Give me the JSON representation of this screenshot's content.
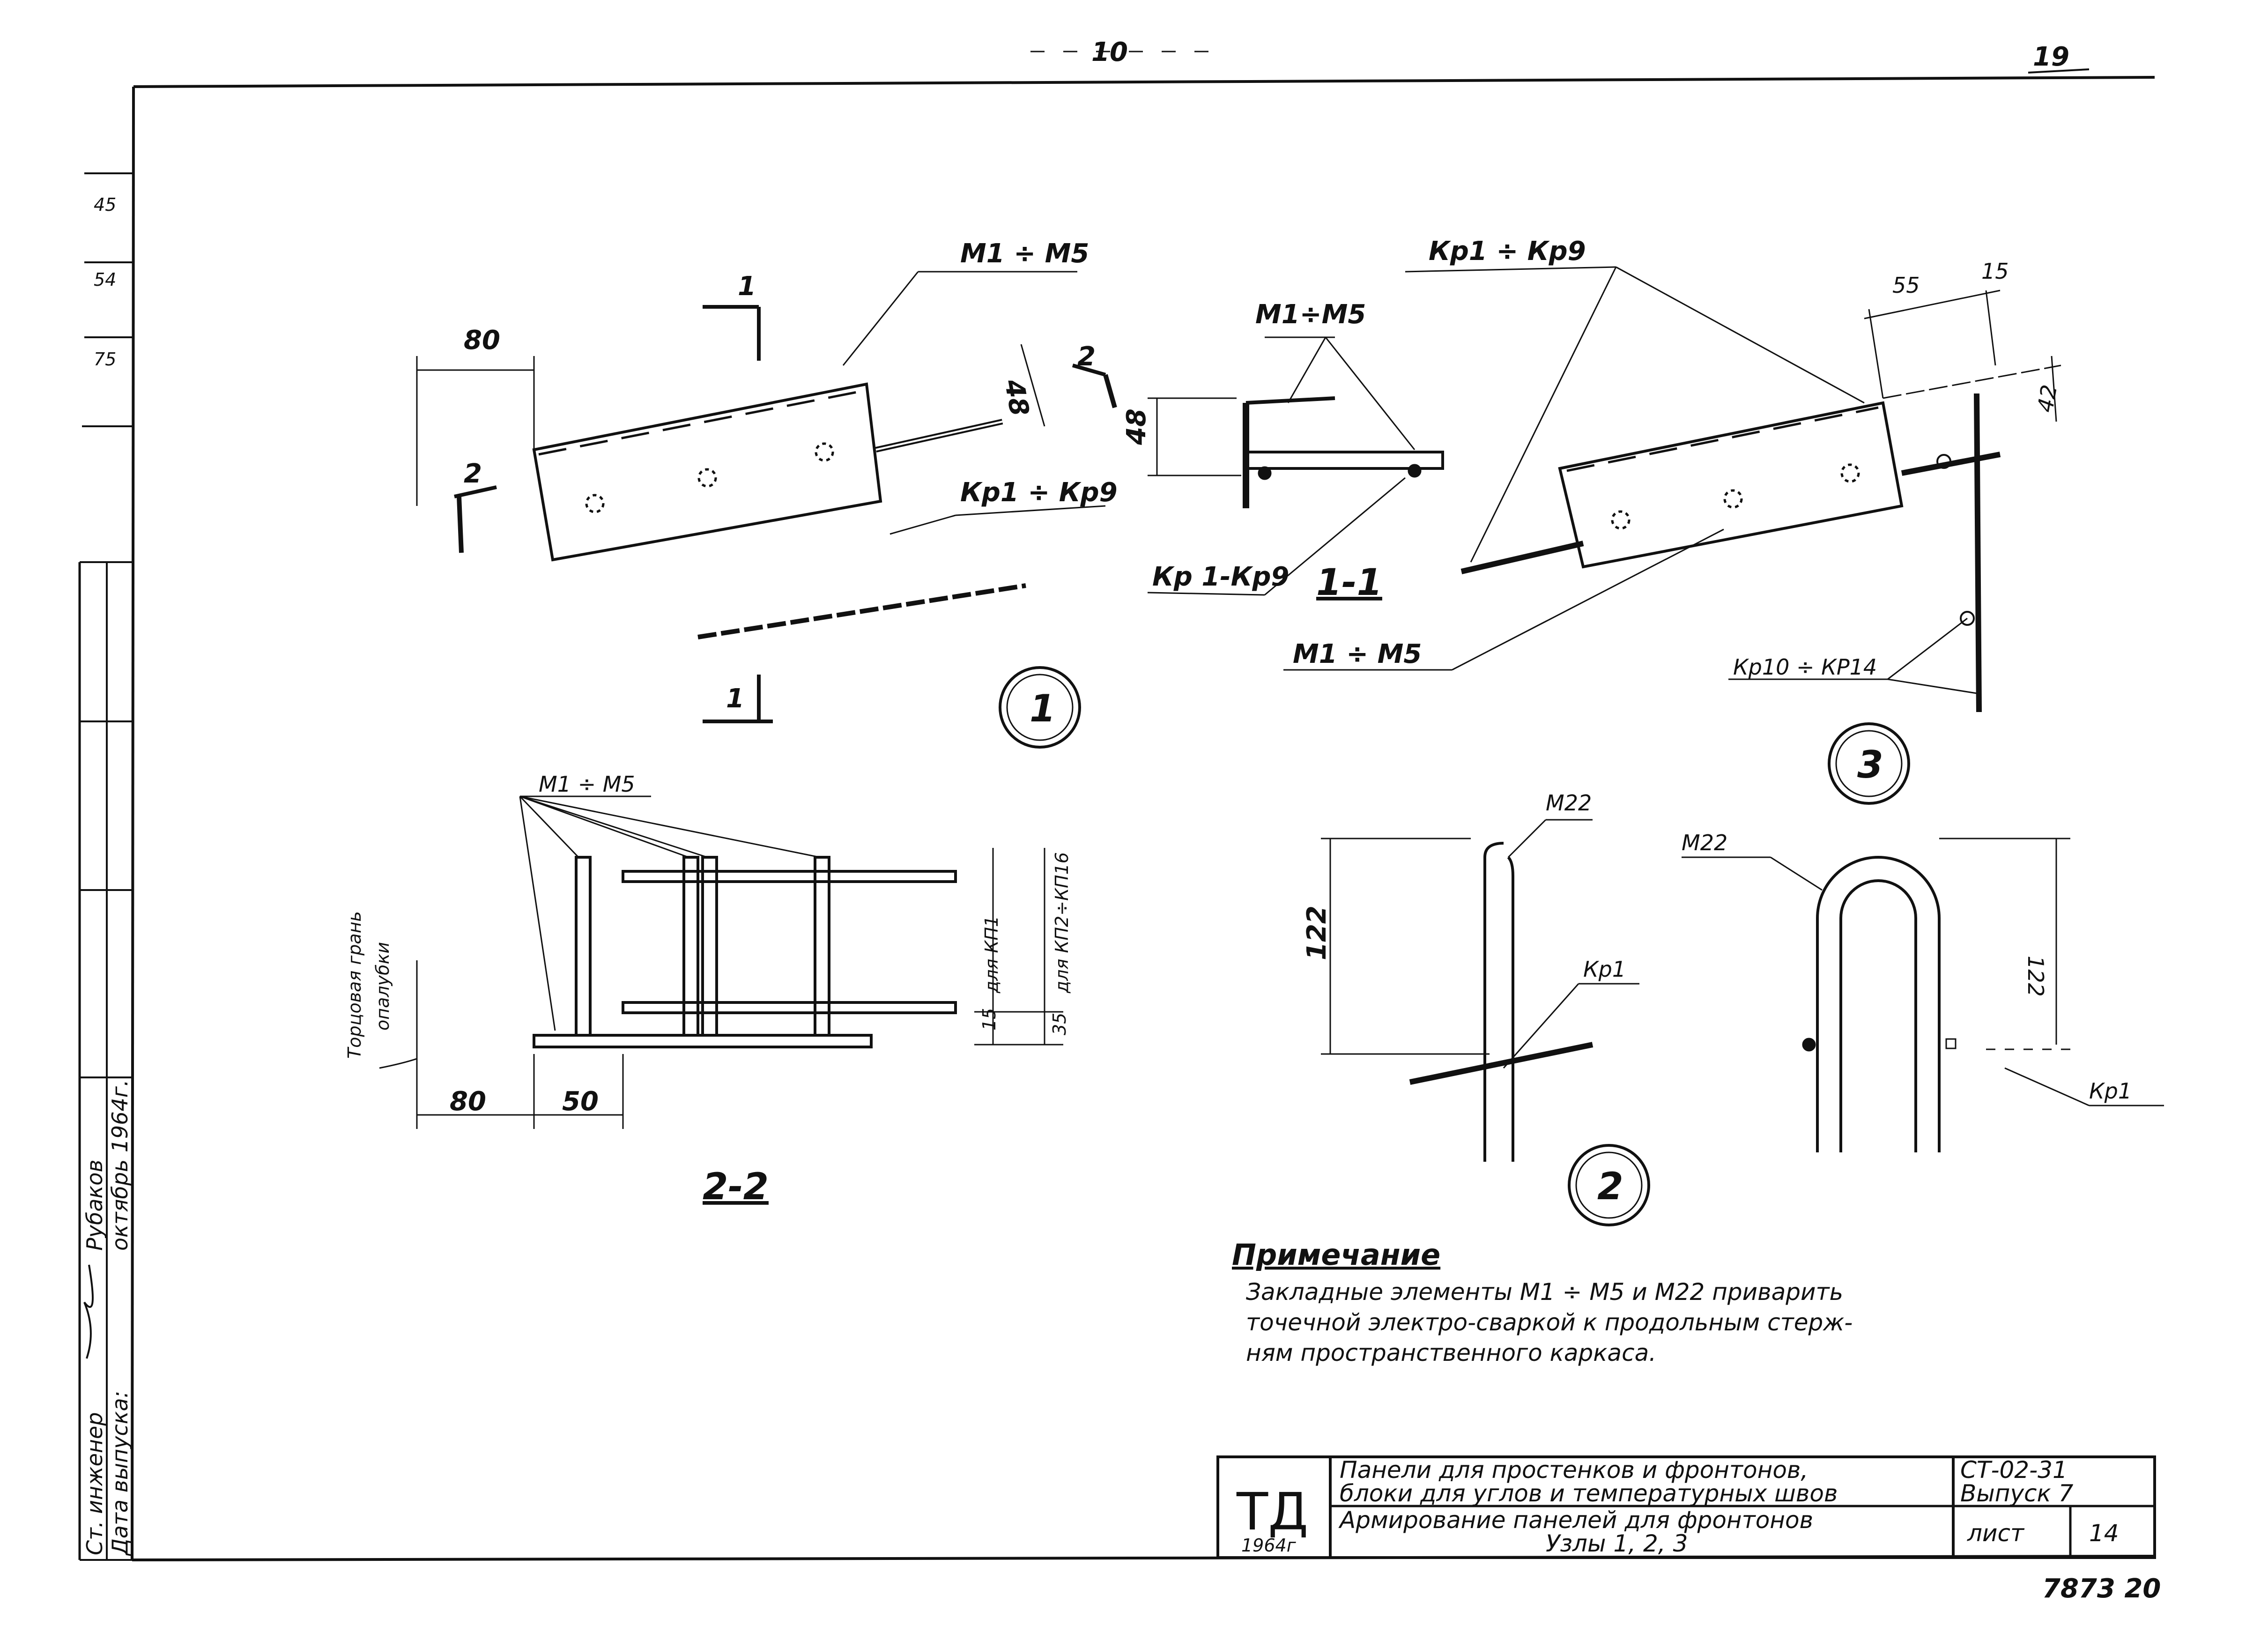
{
  "page": {
    "number_top": "19",
    "top_fragment": "10",
    "archive_number": "7873 20"
  },
  "left_margin": {
    "stamps": [
      "45",
      "54",
      "75"
    ],
    "signatures": [
      {
        "role": "Ст. инженер",
        "name": "Рубаков"
      },
      {
        "role": "Дата выпуска:",
        "name": "октябрь 1964г."
      }
    ]
  },
  "node1": {
    "number": "1",
    "embedded_label": "М1 ÷ М5",
    "bar_label": "Кр1 ÷ Кр9",
    "dim_80": "80",
    "dim_48": "48",
    "cut1": "1",
    "cut2": "2"
  },
  "section_1_1": {
    "title": "1-1",
    "embedded_label": "М1÷М5",
    "bar_label": "Кр 1-Кр9",
    "dim_48": "48"
  },
  "node3": {
    "number": "3",
    "bar_label_top": "Кр1 ÷ Кр9",
    "embedded_label": "М1 ÷ М5",
    "bar_label_side": "Кр10 ÷ КР14",
    "dim_55": "55",
    "dim_15": "15",
    "dim_42": "42"
  },
  "section_2_2": {
    "title": "2-2",
    "embedded_label": "М1 ÷ М5",
    "dim_80": "80",
    "dim_50": "50",
    "dim_15": "15",
    "dim_35": "35",
    "note_kp1": "для КП1",
    "note_kp2": "для КП2÷КП16",
    "face_label_1": "Торцовая грань",
    "face_label_2": "опалубки"
  },
  "node2": {
    "number": "2",
    "left_label": "М22",
    "right_label": "М22",
    "bar_label": "Кр1",
    "right_bar": "Кр1",
    "dim_left": "122",
    "dim_right": "122"
  },
  "note": {
    "title": "Примечание",
    "lines": [
      "Закладные элементы М1 ÷ М5 и М22 приварить",
      "точечной электро-сваркой к продольным стерж-",
      "ням пространственного каркаса."
    ]
  },
  "title_block": {
    "org": "ТД",
    "year": "1964г",
    "row1_line1": "Панели для простенков и фронтонов,",
    "row1_line2": "блоки для углов и температурных швов",
    "row2_line1": "Армирование панелей для фронтонов",
    "row2_line2": "Узлы 1, 2, 3",
    "series": "СТ-02-31",
    "issue": "Выпуск 7",
    "sheet_label": "лист",
    "sheet_number": "14"
  }
}
